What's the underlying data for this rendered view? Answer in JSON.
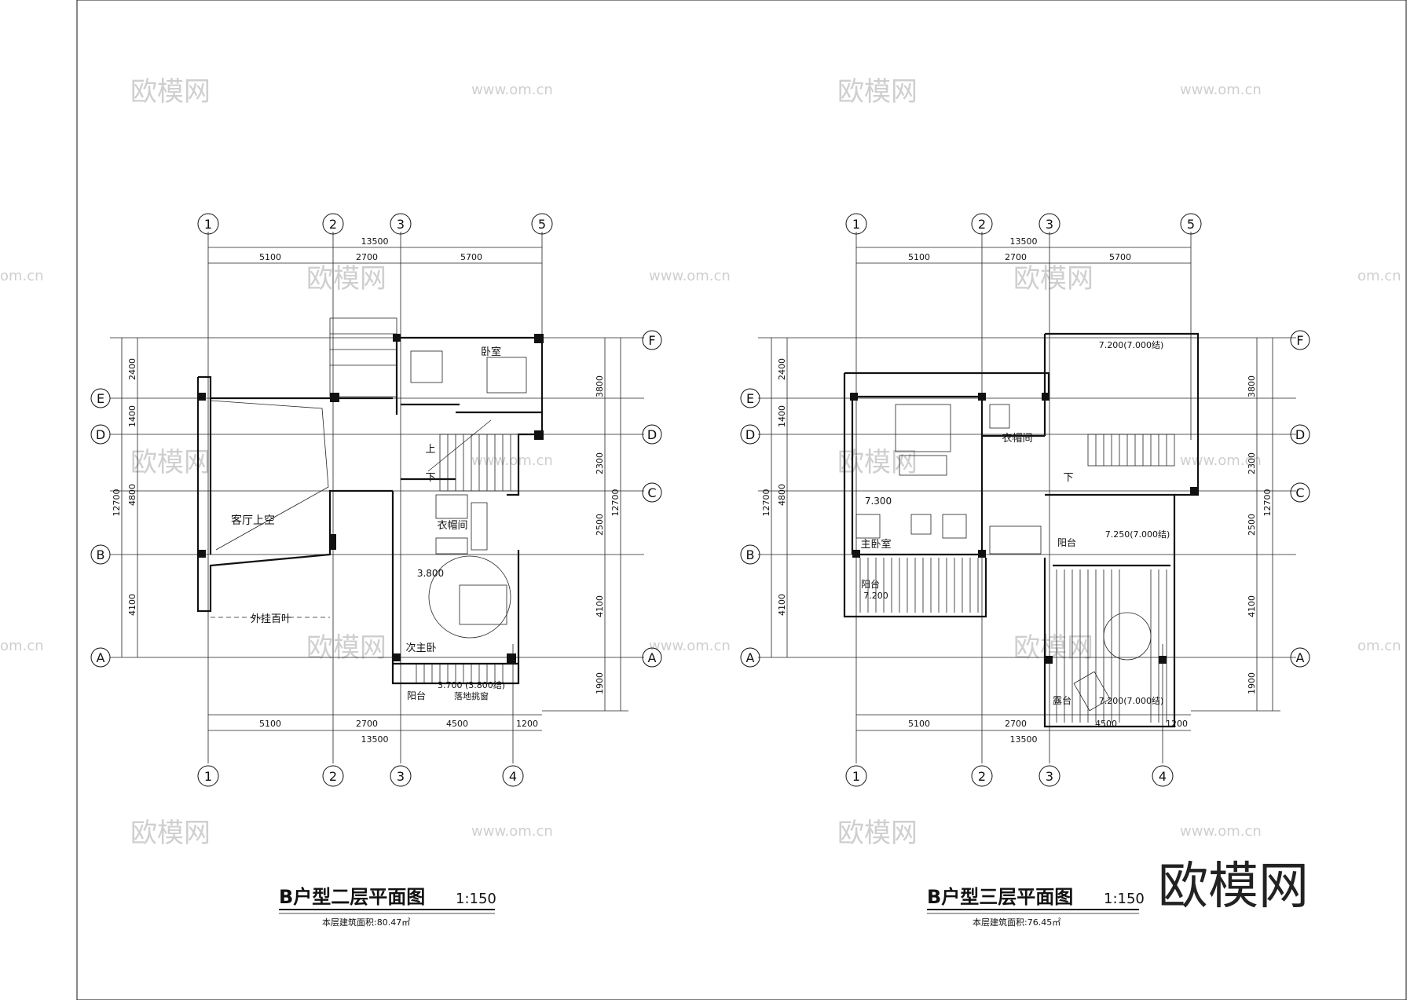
{
  "watermarks": {
    "cn": "欧模网",
    "url": "www.om.cn",
    "url_cut": "om.cn",
    "brand_big": "欧模网"
  },
  "plan_left": {
    "title": "B户型二层平面图",
    "scale": "1:150",
    "area_note": "本层建筑面积:80.47㎡",
    "axis_top": [
      "1",
      "2",
      "3",
      "5"
    ],
    "axis_bottom": [
      "1",
      "2",
      "3",
      "4"
    ],
    "axis_rows": [
      "F",
      "E",
      "D",
      "C",
      "B",
      "A"
    ],
    "dims_top_total": "13500",
    "dims_top_segments": [
      "5100",
      "2700",
      "5700"
    ],
    "dims_bottom_segments": [
      "5100",
      "2700",
      "4500",
      "1200"
    ],
    "dims_bottom_total": "13500",
    "dims_left_total": "12700",
    "dims_left_segments": [
      "2400",
      "1400",
      "4800",
      "4100"
    ],
    "dims_right_total": "12700",
    "dims_right_segments": [
      "3800",
      "2300",
      "2500",
      "4100",
      "1900"
    ],
    "rooms": {
      "bedroom": "卧室",
      "up": "上",
      "down": "下",
      "living_void": "客厅上空",
      "closet": "衣帽间",
      "level_380": "3.800",
      "second_master": "次主卧",
      "balcony": "阳台",
      "balcony_level": "3.700 (3.800结)",
      "balcony_note": "落地挑窗",
      "louver": "外挂百叶"
    }
  },
  "plan_right": {
    "title": "B户型三层平面图",
    "scale": "1:150",
    "area_note": "本层建筑面积:76.45㎡",
    "axis_top": [
      "1",
      "2",
      "3",
      "5"
    ],
    "axis_bottom": [
      "1",
      "2",
      "3",
      "4"
    ],
    "axis_rows": [
      "F",
      "E",
      "D",
      "C",
      "B",
      "A"
    ],
    "dims_top_total": "13500",
    "dims_top_segments": [
      "5100",
      "2700",
      "5700"
    ],
    "dims_bottom_segments": [
      "5100",
      "2700",
      "4500",
      "1200"
    ],
    "dims_bottom_total": "13500",
    "dims_left_total": "12700",
    "dims_left_segments": [
      "2400",
      "1400",
      "4800",
      "4100"
    ],
    "dims_right_total": "12700",
    "dims_right_segments": [
      "3800",
      "2300",
      "2500",
      "4100",
      "1900"
    ],
    "rooms": {
      "roof_level": "7.200(7.000结)",
      "closet": "衣帽间",
      "down": "下",
      "level_730": "7.300",
      "master": "主卧室",
      "balcony1": "阳台",
      "balcony1_level": "7.200",
      "balcony2": "阳台",
      "balcony2_level": "7.250(7.000结)",
      "terrace": "露台",
      "terrace_level": "7.200(7.000结)"
    }
  }
}
